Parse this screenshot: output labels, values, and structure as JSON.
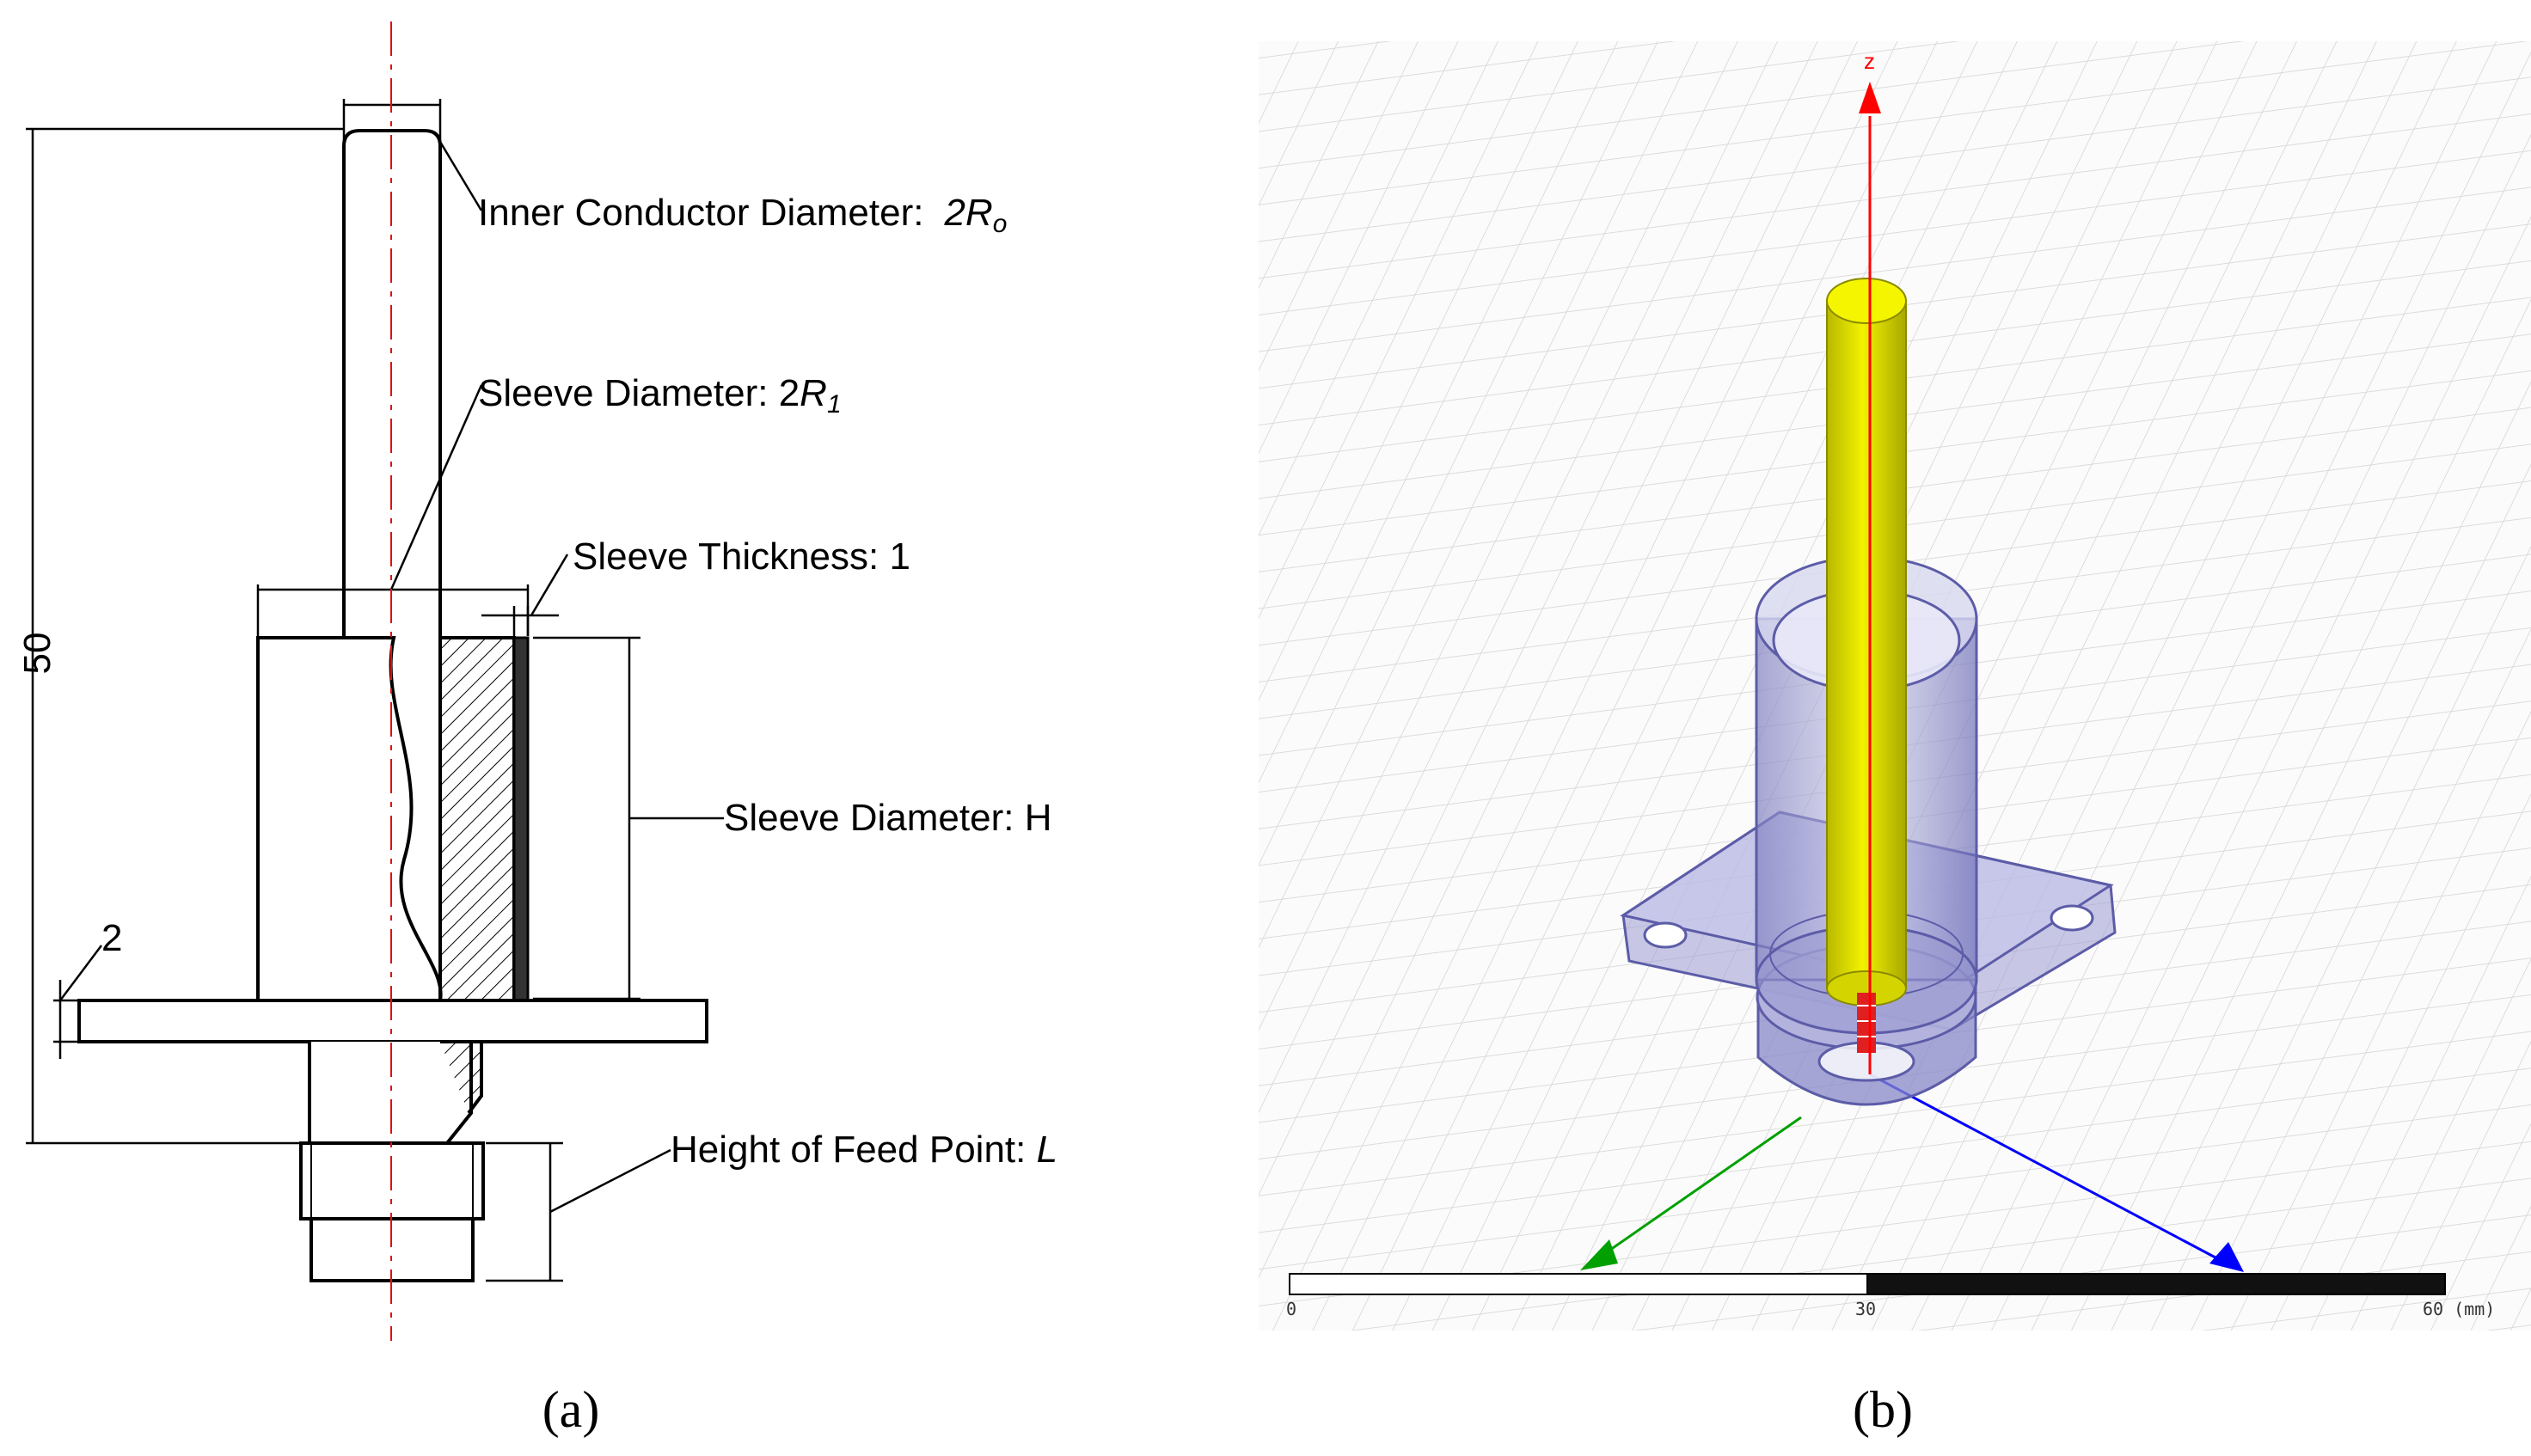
{
  "panel_a": {
    "caption": "(a)",
    "overall_height": "50",
    "flange_thickness": "2",
    "inner_conductor_label": "Inner Conductor Diameter:",
    "inner_conductor_value": "2R",
    "inner_conductor_sub": "o",
    "sleeve_diameter_label": "Sleeve Diameter: 2",
    "sleeve_diameter_value": "R",
    "sleeve_diameter_sub": "1",
    "sleeve_thickness_label": "Sleeve Thickness: 1",
    "sleeve_height_label": "Sleeve Diameter: H",
    "feed_point_label": "Height of Feed Point: ",
    "feed_point_value": "L"
  },
  "panel_b": {
    "caption": "(b)",
    "axis_z": "z",
    "scale_ticks": [
      "0",
      "30",
      "60 (mm)"
    ],
    "colors": {
      "inner_conductor": "#e6e600",
      "sleeve": "#8f8fc8",
      "z_axis": "#ff0000",
      "y_axis": "#00a000",
      "x_axis": "#0000ff"
    }
  }
}
